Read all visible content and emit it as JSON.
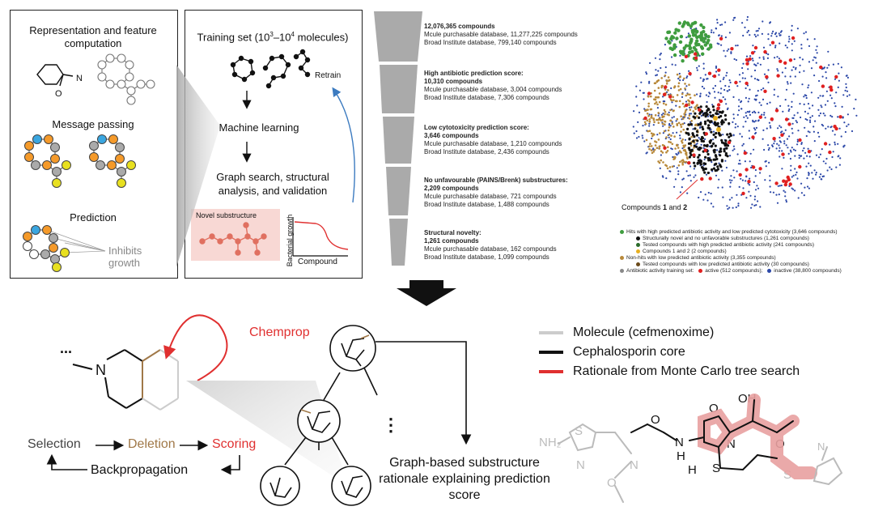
{
  "panel_a": {
    "rep_title": "Representation and feature computation",
    "message_passing": "Message passing",
    "prediction": "Prediction",
    "inhibits": "Inhibits growth",
    "atom_n": "N",
    "atom_o": "O"
  },
  "panel_b": {
    "training_set_prefix": "Training set (10",
    "exp1": "3",
    "dash": "–10",
    "exp2": "4",
    "training_set_suffix": " molecules)",
    "retrain": "Retrain",
    "machine_learning": "Machine learning",
    "graph_search": "Graph search, structural analysis, and validation",
    "novel_substructure": "Novel substructure",
    "bacterial_growth": "Bacterial growth",
    "compound": "Compound"
  },
  "funnel": [
    {
      "title": "12,076,365 compounds",
      "line1": "Mcule purchasable database, 11,277,225 compounds",
      "line2": "Broad Institute database, 799,140 compounds"
    },
    {
      "title": "High antibiotic prediction score:",
      "title2": "10,310 compounds",
      "line1": "Mcule purchasable database, 3,004 compounds",
      "line2": "Broad Institute database, 7,306 compounds"
    },
    {
      "title": "Low cytotoxicity prediction score:",
      "title2": "3,646 compounds",
      "line1": "Mcule purchasable database, 1,210 compounds",
      "line2": "Broad Institute database, 2,436 compounds"
    },
    {
      "title": "No unfavourable (PAINS/Brenk) substructures:",
      "title2": "2,209 compounds",
      "line1": "Mcule purchasable database, 721 compounds",
      "line2": "Broad Institute database, 1,488 compounds"
    },
    {
      "title": "Structural novelty:",
      "title2": "1,261 compounds",
      "line1": "Mcule purchasable database, 162 compounds",
      "line2": "Broad Institute database, 1,099 compounds"
    }
  ],
  "scatter": {
    "compounds_prefix": "Compounds ",
    "c1": "1",
    "and": " and ",
    "c2": "2",
    "legend": [
      {
        "text": "Hits with high predicted antibiotic activity and low predicted cytotoxicity (3,646 compounds)",
        "color": "#3f9d3f"
      },
      {
        "text": "Structurally novel and no unfavorable substructures (1,261 compounds)",
        "color": "#111111"
      },
      {
        "text": "Tested compounds with high predicted antibiotic activity (241 compounds)",
        "color": "#2a6b2a"
      },
      {
        "text": "Compounds 1 and 2 (2 compounds)",
        "color": "#e8b020"
      },
      {
        "text": "Non-hits with low predicted antibiotic activity (3,355 compounds)",
        "color": "#b8893a"
      },
      {
        "text": "Tested compounds with low predicted antibiotic activity (30 compounds)",
        "color": "#6b4a1a"
      },
      {
        "text": "Antibiotic activity training set:",
        "color": "#888888"
      }
    ],
    "active": "active (512 compounds);",
    "inactive": "inactive (38,800 compounds)"
  },
  "bottom": {
    "chemprop": "Chemprop",
    "ellipsis": "...",
    "selection": "Selection",
    "deletion": "Deletion",
    "scoring": "Scoring",
    "backprop": "Backpropagation",
    "vdots": "⋮",
    "graph_based": "Graph-based substructure rationale explaining prediction score"
  },
  "legend_right": [
    {
      "text": "Molecule (cefmenoxime)",
      "color": "#cccccc"
    },
    {
      "text": "Cephalosporin core",
      "color": "#111111"
    },
    {
      "text": "Rationale from Monte Carlo tree search",
      "color": "#e03030"
    }
  ],
  "cef": {
    "oh": "OH",
    "o1": "O",
    "o2": "O",
    "nh": "N",
    "h": "H",
    "n1": "N",
    "h2": "H",
    "s1": "S",
    "s2": "S",
    "s3": "S",
    "n2": "N",
    "nh2": "NH₂",
    "n3": "N",
    "o3": "O",
    "n4": "N"
  }
}
